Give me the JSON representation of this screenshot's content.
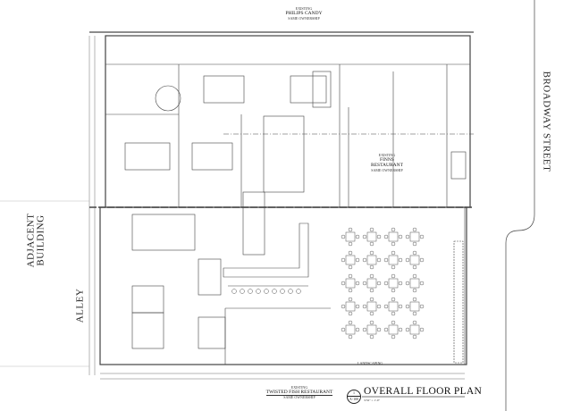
{
  "neighbors": {
    "north": {
      "line1": "EXISTING",
      "line2": "PHILIPS CANDY",
      "line3": "SAME OWNERSHIP"
    },
    "east_interior": {
      "line1": "EXISTING",
      "line2": "FINNS",
      "line3": "RESTAURANT",
      "line4": "SAME OWNERSHIP"
    },
    "south": {
      "line1": "EXISTING",
      "line2": "TWISTED FISH RESTAURANT",
      "line3": "SAME OWNERSHIP"
    }
  },
  "streets": {
    "east": "BROADWAY STREET",
    "west_building_1": "ADJACENT",
    "west_building_2": "BUILDING",
    "alley": "ALLEY"
  },
  "landscaping_label": "LANDSCAPING",
  "drawing_title": {
    "title": "OVERALL FLOOR PLAN",
    "number": "1",
    "sheet": "A-100",
    "scale": "3/32\" = 1'-0\""
  }
}
